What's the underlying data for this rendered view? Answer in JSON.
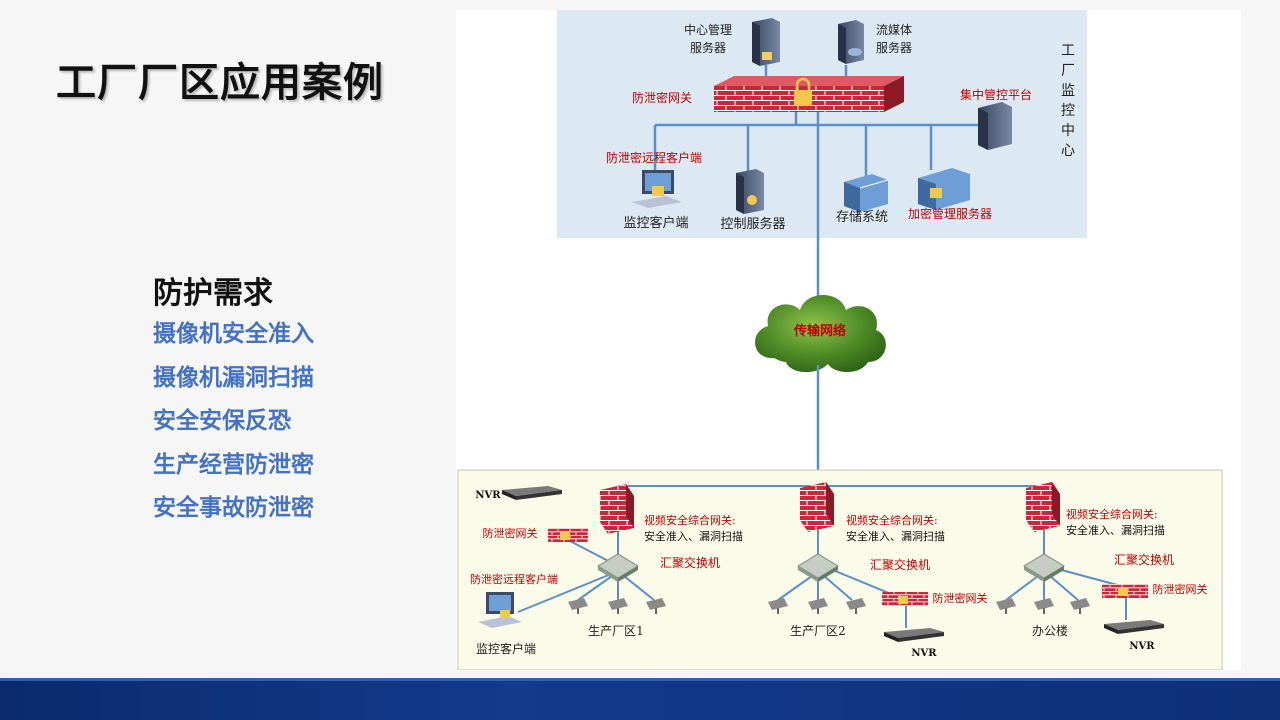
{
  "slide": {
    "title": "工厂厂区应用案例",
    "needs_title": "防护需求",
    "needs": [
      "摄像机安全准入",
      "摄像机漏洞扫描",
      "安全安保反恐",
      "生产经营防泄密",
      "安全事故防泄密"
    ]
  },
  "colors": {
    "accent_blue": "#4472c4",
    "red_label": "#c00000",
    "center_bg": "#dce9f3",
    "factory_bg": "#fbfbea",
    "line_blue": "#5b8fc9",
    "footer": "#0d2f78"
  },
  "diagram": {
    "center": {
      "side_label": "工厂监控中心",
      "mgmt_server": [
        "中心管理",
        "服务器"
      ],
      "stream_server": [
        "流媒体",
        "服务器"
      ],
      "dlp_gateway": "防泄密网关",
      "central_control": "集中管控平台",
      "dlp_remote_client": "防泄密远程客户端",
      "monitor_client": "监控客户端",
      "control_server": "控制服务器",
      "storage": "存储系统",
      "crypto_server": "加密管理服务器"
    },
    "network": {
      "label": "传输网络"
    },
    "sites": [
      {
        "gateway_label": [
          "视频安全综合网关:",
          "安全准入、漏洞扫描"
        ],
        "switch_label": "汇聚交换机",
        "site_label": "生产厂区1",
        "nvr": "NVR",
        "dlp_gateway": "防泄密网关",
        "dlp_remote_client": "防泄密远程客户端",
        "monitor_client": "监控客户端"
      },
      {
        "gateway_label": [
          "视频安全综合网关:",
          "安全准入、漏洞扫描"
        ],
        "switch_label": "汇聚交换机",
        "site_label": "生产厂区2",
        "nvr": "NVR",
        "dlp_gateway": "防泄密网关"
      },
      {
        "gateway_label": [
          "视频安全综合网关:",
          "安全准入、漏洞扫描"
        ],
        "switch_label": "汇聚交换机",
        "site_label": "办公楼",
        "nvr": "NVR",
        "dlp_gateway": "防泄密网关"
      }
    ]
  }
}
